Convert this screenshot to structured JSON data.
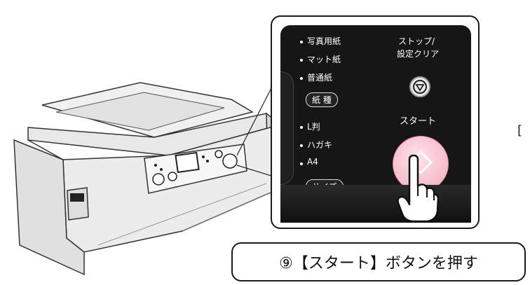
{
  "instruction": "⑨【スタート】ボタンを押す",
  "side_bracket": "[",
  "panel": {
    "paper_types": [
      "写真用紙",
      "マット紙",
      "普通紙"
    ],
    "paper_type_button": "紙 種",
    "sizes": [
      "L判",
      "ハガキ",
      "A4"
    ],
    "size_button": "サイズ",
    "stop_label_line1": "ストップ/",
    "stop_label_line2": "設定クリア",
    "start_label": "スタート"
  },
  "colors": {
    "panel_bg": "#161616",
    "start_button": "#f3a9ba",
    "outline": "#1a1a1a"
  }
}
